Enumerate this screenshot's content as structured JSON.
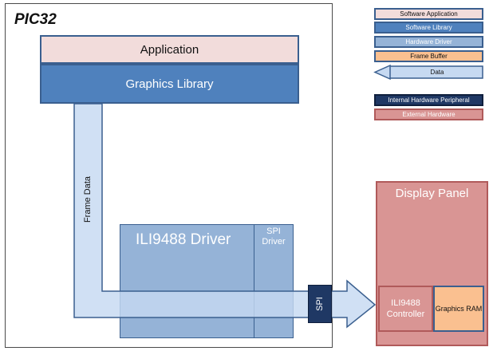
{
  "diagram": {
    "pic32_title": "PIC32",
    "application": "Application",
    "graphics_library": "Graphics Library",
    "frame_data": "Frame Data",
    "driver": "ILI9488 Driver",
    "spi_driver": "SPI Driver",
    "spi": "SPI",
    "display_panel": "Display Panel",
    "controller": "ILI9488 Controller",
    "graphics_ram": "Graphics RAM"
  },
  "legend": {
    "software_application": "Software Application",
    "software_library": "Software Library",
    "hardware_driver": "Hardware Driver",
    "frame_buffer": "Frame Buffer",
    "data": "Data",
    "internal_hw": "Internal Hardware Peripheral",
    "external_hw": "External Hardware"
  },
  "colors": {
    "software_application": "#f2dcdb",
    "software_library": "#4f81bd",
    "hardware_driver": "#95b3d7",
    "frame_buffer": "#fac090",
    "data_arrow": "#c6d9f1",
    "internal_hw": "#1f3864",
    "external_hw": "#d99594",
    "border": "#3a5f8f"
  }
}
